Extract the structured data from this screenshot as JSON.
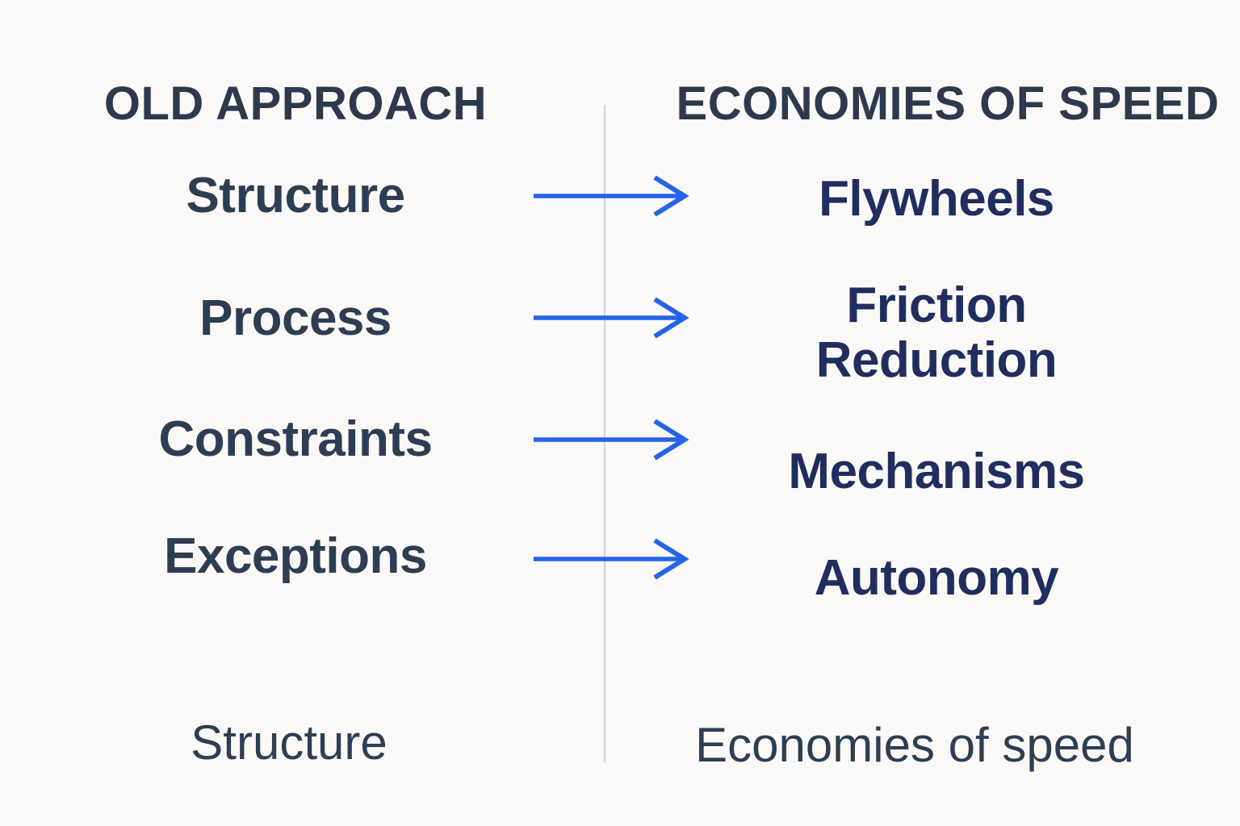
{
  "left_column": {
    "header": "OLD APPROACH",
    "items": [
      "Structure",
      "Process",
      "Constraints",
      "Exceptions"
    ],
    "footer": "Structure"
  },
  "right_column": {
    "header": "ECONOMIES OF SPEED",
    "items": [
      "Flywheels",
      "Friction Reduction",
      "Mechanisms",
      "Autonomy"
    ],
    "footer": "Economies of speed"
  },
  "mappings": [
    {
      "from": "Structure",
      "to": "Flywheels"
    },
    {
      "from": "Process",
      "to": "Friction Reduction"
    },
    {
      "from": "Constraints",
      "to": "Mechanisms"
    },
    {
      "from": "Exceptions",
      "to": "Autonomy"
    }
  ],
  "icons": {
    "arrow": "right-arrow-icon"
  },
  "colors": {
    "background": "#faf9f7",
    "header_text": "#2d3a4e",
    "left_item_text": "#2d3e54",
    "right_item_text": "#1f2e5e",
    "footer_text": "#2d3e54",
    "arrow": "#2563e8",
    "divider": "#d4d2d0"
  }
}
